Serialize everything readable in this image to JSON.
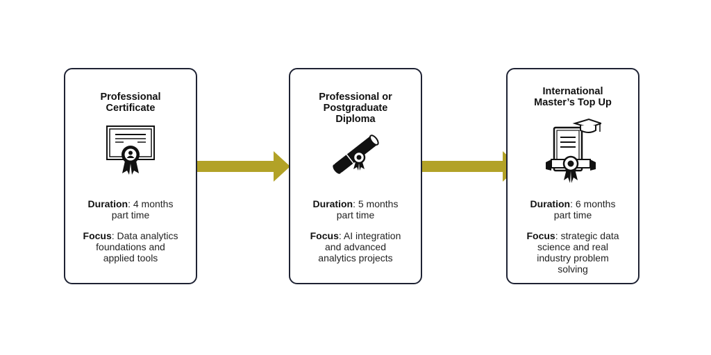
{
  "steps": [
    {
      "title_lines": [
        "Professional",
        "Certificate"
      ],
      "icon": "certificate-icon",
      "duration_label": "Duration",
      "duration_lines": [
        ": 4 months",
        "part time"
      ],
      "focus_label": "Focus",
      "focus_lines": [
        ": Data analytics",
        "foundations and",
        "applied tools"
      ]
    },
    {
      "title_lines": [
        "Professional or",
        "Postgraduate",
        "Diploma"
      ],
      "icon": "diploma-scroll-icon",
      "duration_label": "Duration",
      "duration_lines": [
        ": 5 months",
        "part time"
      ],
      "focus_label": "Focus",
      "focus_lines": [
        ": AI integration",
        "and advanced",
        "analytics projects"
      ]
    },
    {
      "title_lines": [
        "International",
        "Master’s Top Up"
      ],
      "icon": "graduation-document-icon",
      "duration_label": "Duration",
      "duration_lines": [
        ": 6 months",
        "part time"
      ],
      "focus_label": "Focus",
      "focus_lines": [
        ": strategic data",
        "science and real",
        "industry problem",
        "solving"
      ]
    }
  ],
  "colors": {
    "card_border": "#1e2233",
    "arrow": "#b2a227",
    "icon": "#111111"
  }
}
